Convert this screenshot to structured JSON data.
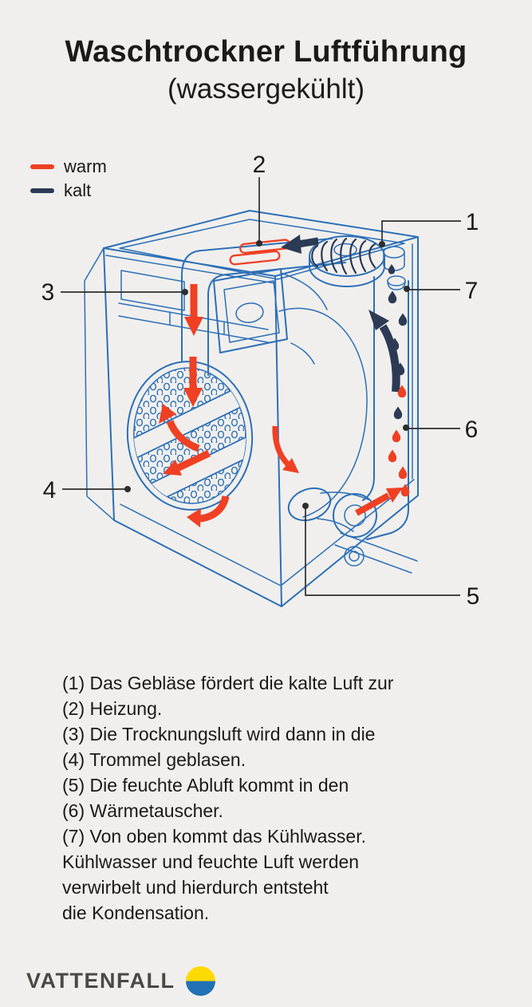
{
  "header": {
    "title": "Waschtrockner Luftführung",
    "subtitle": "(wassergekühlt)"
  },
  "legend": {
    "warm_label": "warm",
    "kalt_label": "kalt"
  },
  "colors": {
    "warm": "#ef4023",
    "kalt": "#2c3a55",
    "outline_blue": "#2c6fb7",
    "background": "#f0efed",
    "callout_line": "#2d2d2d",
    "text": "#1a1a1a",
    "brand_gray": "#4b4742",
    "logo_yellow": "#ffda00",
    "logo_blue": "#2071b5"
  },
  "diagram": {
    "callouts": [
      {
        "number": "1"
      },
      {
        "number": "2"
      },
      {
        "number": "3"
      },
      {
        "number": "4"
      },
      {
        "number": "5"
      },
      {
        "number": "6"
      },
      {
        "number": "7"
      }
    ]
  },
  "description": {
    "lines": [
      "(1) Das Gebläse fördert die kalte Luft zur",
      "(2) Heizung.",
      "(3) Die Trocknungsluft wird dann in die",
      "(4) Trommel geblasen.",
      "(5) Die feuchte Abluft kommt in den",
      "(6) Wärmetauscher.",
      "(7) Von oben kommt das Kühlwasser.",
      "Kühlwasser und feuchte Luft werden",
      "verwirbelt und hierdurch entsteht",
      "die Kondensation."
    ]
  },
  "footer": {
    "brand": "VATTENFALL"
  }
}
